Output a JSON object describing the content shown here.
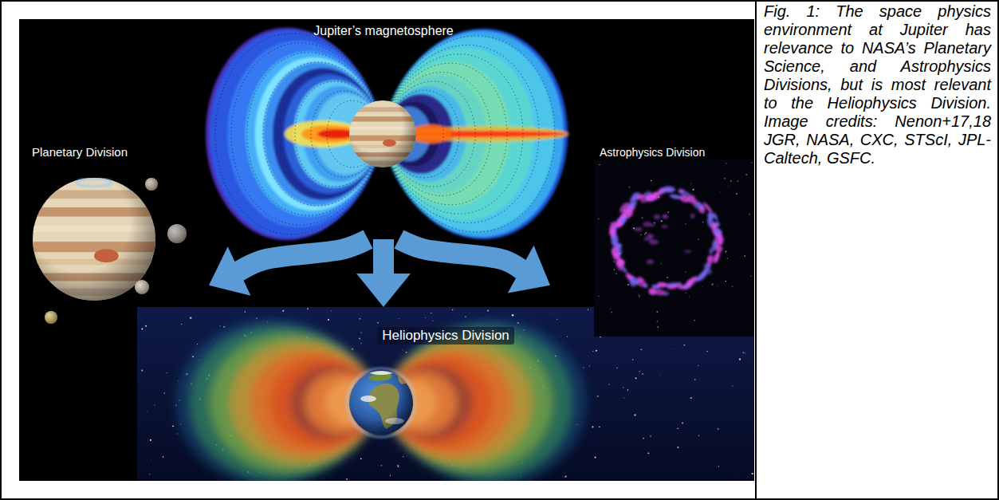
{
  "diagram": {
    "caption": "Fig. 1: The space physics environment at Jupiter has relevance to NASA’s Planetary Science, and Astrophysics Divisions, but is most relevant to the Heliophysics Division. Image credits: Nenon+17,18 JGR, NASA, CXC, STScI, JPL-Caltech, GSFC.",
    "nodes": [
      {
        "text": [
          "Jupiter’s magnetosphere"
        ]
      },
      {
        "text": [
          "Planetary Division"
        ]
      },
      {
        "text": [
          "Astrophysics Division"
        ]
      },
      {
        "text": [
          "Heliophysics Division"
        ]
      }
    ],
    "edges": [
      {
        "from": 0,
        "to": 1,
        "arrow": "to"
      },
      {
        "from": 0,
        "to": 3,
        "arrow": "to"
      },
      {
        "from": 0,
        "to": 2,
        "arrow": "to"
      }
    ]
  }
}
